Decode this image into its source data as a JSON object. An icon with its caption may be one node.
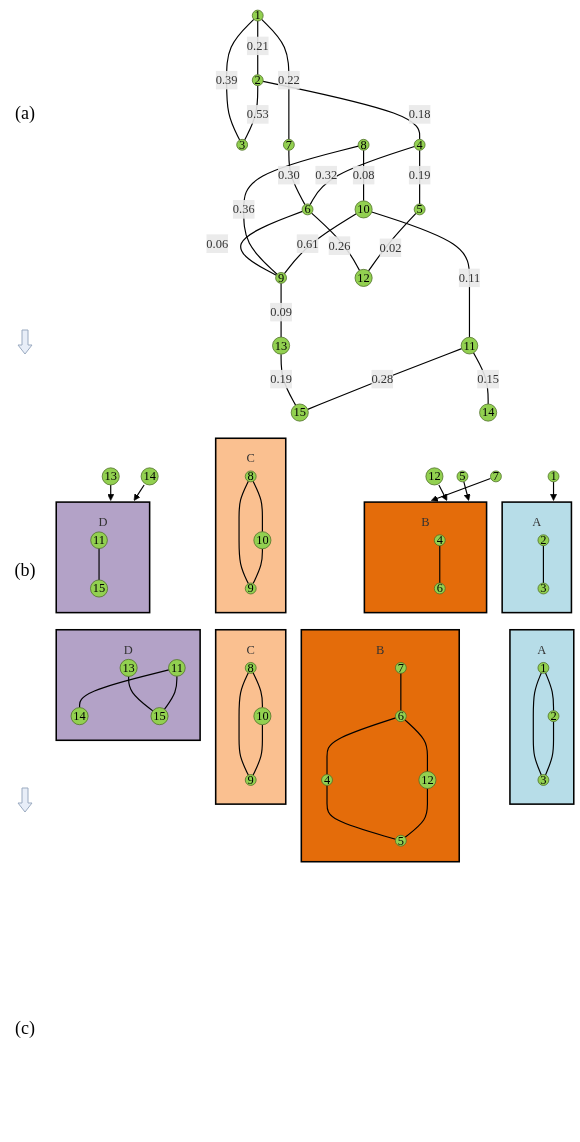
{
  "diagram": {
    "nodes": [
      {
        "text": [
          "1"
        ]
      },
      {
        "text": [
          "2"
        ]
      },
      {
        "text": [
          "3"
        ]
      },
      {
        "text": [
          "4"
        ]
      },
      {
        "text": [
          "5"
        ]
      },
      {
        "text": [
          "6"
        ]
      },
      {
        "text": [
          "7"
        ]
      },
      {
        "text": [
          "8"
        ]
      },
      {
        "text": [
          "9"
        ]
      },
      {
        "text": [
          "10"
        ]
      },
      {
        "text": [
          "11"
        ]
      },
      {
        "text": [
          "12"
        ]
      },
      {
        "text": [
          "13"
        ]
      },
      {
        "text": [
          "14"
        ]
      },
      {
        "text": [
          "15"
        ]
      },
      {
        "text": [
          "1"
        ]
      },
      {
        "text": [
          "7"
        ]
      },
      {
        "text": [
          "C"
        ]
      },
      {
        "text": [
          "8"
        ],
        "in": 17
      },
      {
        "text": [
          "10"
        ],
        "in": 17
      },
      {
        "text": [
          "9"
        ],
        "in": 17
      },
      {
        "text": [
          "A"
        ]
      },
      {
        "text": [
          "2"
        ],
        "in": 21
      },
      {
        "text": [
          "3"
        ],
        "in": 21
      },
      {
        "text": [
          "B"
        ]
      },
      {
        "text": [
          "4"
        ],
        "in": 24
      },
      {
        "text": [
          "6"
        ],
        "in": 24
      },
      {
        "text": [
          "12"
        ]
      },
      {
        "text": [
          "5"
        ]
      },
      {
        "text": [
          "13"
        ]
      },
      {
        "text": [
          "D"
        ]
      },
      {
        "text": [
          "11"
        ],
        "in": 30
      },
      {
        "text": [
          "15"
        ],
        "in": 30
      },
      {
        "text": [
          "14"
        ]
      },
      {
        "text": [
          "A"
        ]
      },
      {
        "text": [
          "1"
        ],
        "in": 34
      },
      {
        "text": [
          "2"
        ],
        "in": 34
      },
      {
        "text": [
          "3"
        ],
        "in": 34
      },
      {
        "text": [
          "B"
        ]
      },
      {
        "text": [
          "7"
        ],
        "in": 38
      },
      {
        "text": [
          "6"
        ],
        "in": 38
      },
      {
        "text": [
          "4"
        ],
        "in": 38
      },
      {
        "text": [
          "12"
        ],
        "in": 38
      },
      {
        "text": [
          "5"
        ],
        "in": 38
      },
      {
        "text": [
          "C"
        ]
      },
      {
        "text": [
          "8"
        ],
        "in": 44
      },
      {
        "text": [
          "10"
        ],
        "in": 44
      },
      {
        "text": [
          "9"
        ],
        "in": 44
      },
      {
        "text": [
          "D"
        ]
      },
      {
        "text": [
          "13"
        ],
        "in": 48
      },
      {
        "text": [
          "11"
        ],
        "in": 48
      },
      {
        "text": [
          "14"
        ],
        "in": 48
      },
      {
        "text": [
          "15"
        ],
        "in": 48
      }
    ],
    "edges": [
      {
        "from": 0,
        "to": 6,
        "arrow": "none",
        "label": "0.22"
      },
      {
        "from": 0,
        "to": 1,
        "arrow": "none",
        "label": "0.21"
      },
      {
        "from": 0,
        "to": 2,
        "arrow": "none",
        "label": "0.39"
      },
      {
        "from": 6,
        "to": 5,
        "arrow": "none",
        "label": "0.30"
      },
      {
        "from": 1,
        "to": 3,
        "arrow": "none",
        "label": "0.18"
      },
      {
        "from": 1,
        "to": 2,
        "arrow": "none",
        "label": "0.53"
      },
      {
        "from": 3,
        "to": 5,
        "arrow": "none",
        "label": "0.32"
      },
      {
        "from": 3,
        "to": 4,
        "arrow": "none",
        "label": "0.19"
      },
      {
        "from": 5,
        "to": 8,
        "arrow": "none",
        "label": "0.06"
      },
      {
        "from": 5,
        "to": 11,
        "arrow": "none",
        "label": "0.26"
      },
      {
        "from": 4,
        "to": 11,
        "arrow": "none",
        "label": "0.02"
      },
      {
        "from": 7,
        "to": 9,
        "arrow": "none",
        "label": "0.08"
      },
      {
        "from": 7,
        "to": 8,
        "arrow": "none",
        "label": "0.36"
      },
      {
        "from": 9,
        "to": 8,
        "arrow": "none",
        "label": "0.61"
      },
      {
        "from": 9,
        "to": 10,
        "arrow": "none",
        "label": "0.11"
      },
      {
        "from": 8,
        "to": 12,
        "arrow": "none",
        "label": "0.09"
      },
      {
        "from": 12,
        "to": 14,
        "arrow": "none",
        "label": "0.19"
      },
      {
        "from": 10,
        "to": 13,
        "arrow": "none",
        "label": "0.15"
      },
      {
        "from": 10,
        "to": 14,
        "arrow": "none",
        "label": "0.28"
      },
      {
        "from": 15,
        "to": 21,
        "arrow": "to"
      },
      {
        "from": 16,
        "to": 24,
        "arrow": "to"
      },
      {
        "from": 18,
        "to": 19,
        "arrow": "none"
      },
      {
        "from": 18,
        "to": 20,
        "arrow": "none"
      },
      {
        "from": 19,
        "to": 20,
        "arrow": "none"
      },
      {
        "from": 22,
        "to": 23,
        "arrow": "none"
      },
      {
        "from": 25,
        "to": 26,
        "arrow": "none"
      },
      {
        "from": 27,
        "to": 24,
        "arrow": "to"
      },
      {
        "from": 28,
        "to": 24,
        "arrow": "to"
      },
      {
        "from": 29,
        "to": 30,
        "arrow": "to"
      },
      {
        "from": 31,
        "to": 32,
        "arrow": "none"
      },
      {
        "from": 33,
        "to": 30,
        "arrow": "to"
      },
      {
        "from": 35,
        "to": 36,
        "arrow": "none"
      },
      {
        "from": 35,
        "to": 37,
        "arrow": "none"
      },
      {
        "from": 36,
        "to": 37,
        "arrow": "none"
      },
      {
        "from": 39,
        "to": 40,
        "arrow": "none"
      },
      {
        "from": 40,
        "to": 41,
        "arrow": "none"
      },
      {
        "from": 40,
        "to": 42,
        "arrow": "none"
      },
      {
        "from": 41,
        "to": 43,
        "arrow": "none"
      },
      {
        "from": 42,
        "to": 43,
        "arrow": "none"
      },
      {
        "from": 45,
        "to": 46,
        "arrow": "none"
      },
      {
        "from": 45,
        "to": 47,
        "arrow": "none"
      },
      {
        "from": 46,
        "to": 47,
        "arrow": "none"
      },
      {
        "from": 49,
        "to": 52,
        "arrow": "none"
      },
      {
        "from": 50,
        "to": 51,
        "arrow": "none"
      },
      {
        "from": 50,
        "to": 52,
        "arrow": "none"
      }
    ],
    "labels": [
      "(a)",
      "(b)",
      "(c)"
    ]
  }
}
